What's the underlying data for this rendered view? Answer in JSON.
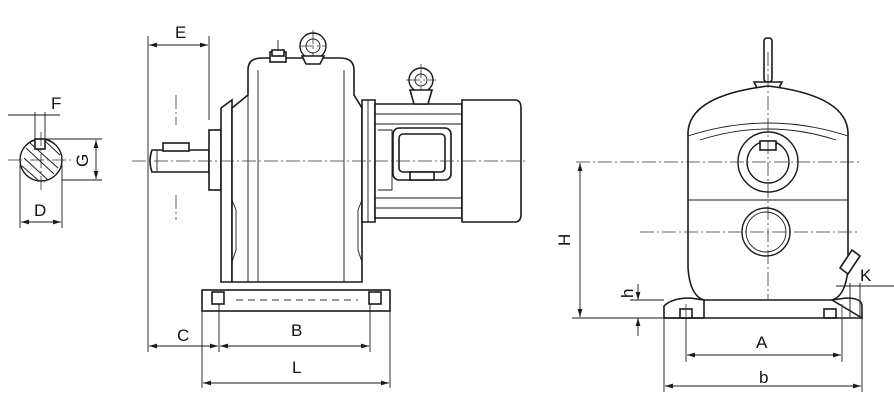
{
  "labels": {
    "E": "E",
    "F": "F",
    "G": "G",
    "D": "D",
    "C": "C",
    "B": "B",
    "L": "L",
    "H": "H",
    "h": "h",
    "A": "A",
    "b": "b",
    "K": "K"
  }
}
